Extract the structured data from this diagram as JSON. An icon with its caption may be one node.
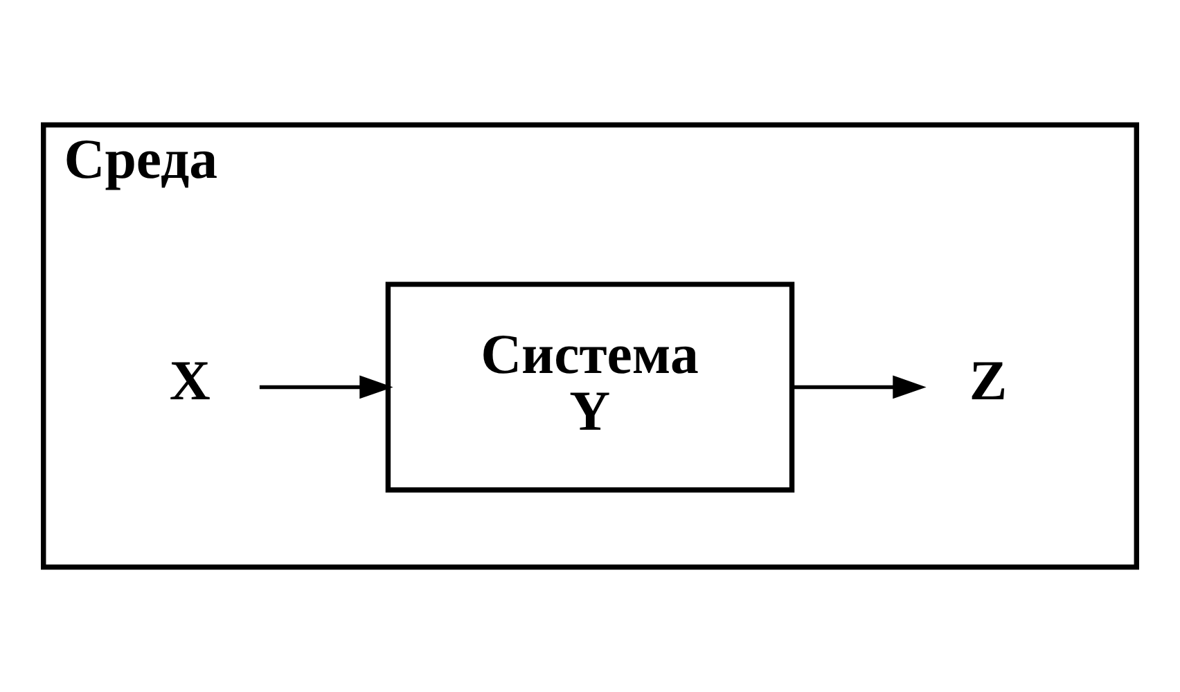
{
  "diagram": {
    "nodes": [
      {
        "text": [
          "Среда"
        ]
      },
      {
        "text": [
          "X"
        ],
        "in": 0
      },
      {
        "text": [
          "Система",
          "Y"
        ],
        "in": 0
      },
      {
        "text": [
          "Z"
        ],
        "in": 0
      }
    ],
    "edges": [
      {
        "from": 1,
        "to": 2,
        "arrow": "to"
      },
      {
        "from": 2,
        "to": 3,
        "arrow": "to"
      }
    ]
  }
}
